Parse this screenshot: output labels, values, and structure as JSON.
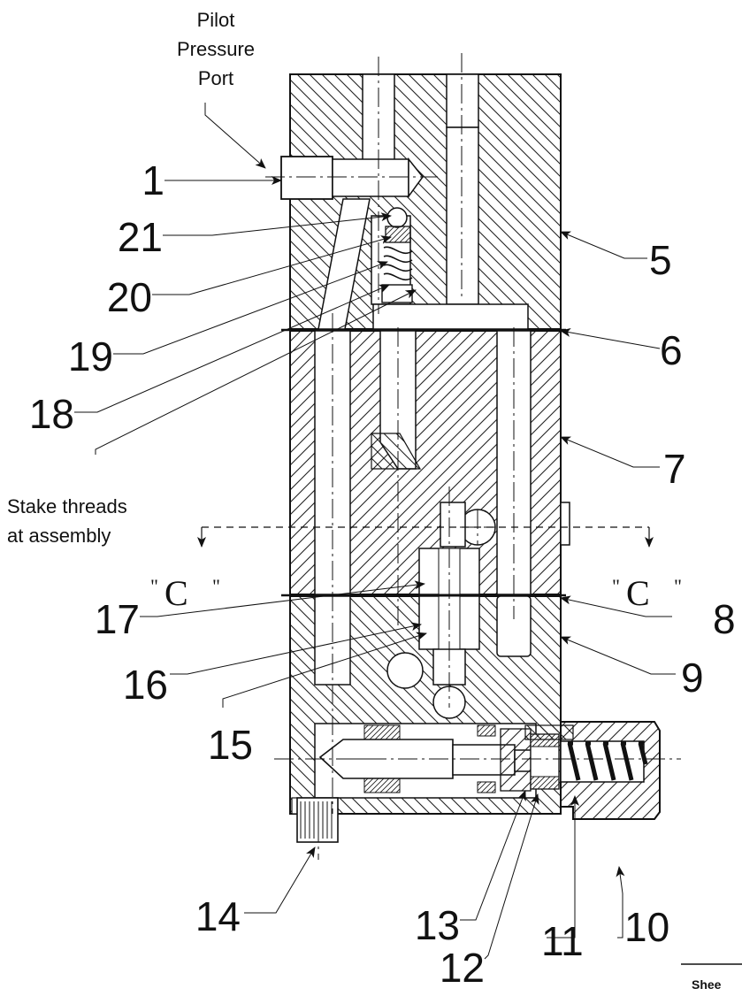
{
  "labels": {
    "pilot_line1": "Pilot",
    "pilot_line2": "Pressure",
    "pilot_line3": "Port",
    "stake_line1": "Stake threads",
    "stake_line2": "at assembly",
    "section_letter": "C",
    "section_quote_open": "\"",
    "section_quote_close": "\"",
    "cut_text": "Shee"
  },
  "callouts": [
    "1",
    "21",
    "20",
    "19",
    "18",
    "5",
    "6",
    "7",
    "17",
    "16",
    "15",
    "8",
    "9",
    "14",
    "13",
    "12",
    "11",
    "10"
  ]
}
